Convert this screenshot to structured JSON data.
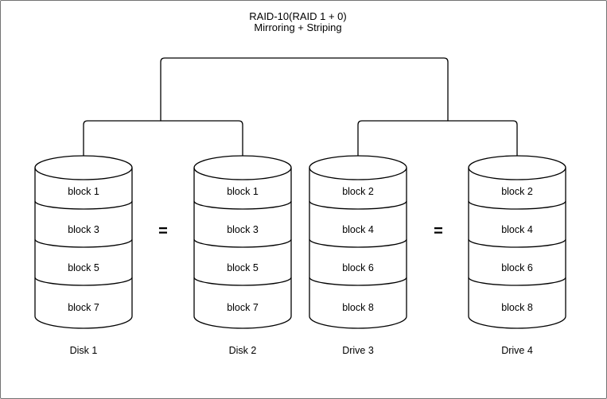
{
  "title": {
    "line1": "RAID-10(RAID 1 + 0)",
    "line2": "Mirroring + Striping"
  },
  "disks": [
    {
      "name": "Disk 1",
      "blocks": [
        "block 1",
        "block 3",
        "block 5",
        "block 7"
      ]
    },
    {
      "name": "Disk 2",
      "blocks": [
        "block 1",
        "block 3",
        "block 5",
        "block 7"
      ]
    },
    {
      "name": "Drive 3",
      "blocks": [
        "block 2",
        "block 4",
        "block 6",
        "block 8"
      ]
    },
    {
      "name": "Drive 4",
      "blocks": [
        "block 2",
        "block 4",
        "block 6",
        "block 8"
      ]
    }
  ],
  "equals": [
    {
      "symbol": "="
    },
    {
      "symbol": "="
    }
  ],
  "colors": {
    "line": "#000000",
    "background": "#ffffff",
    "frame_border": "#737373",
    "text": "#000000"
  }
}
